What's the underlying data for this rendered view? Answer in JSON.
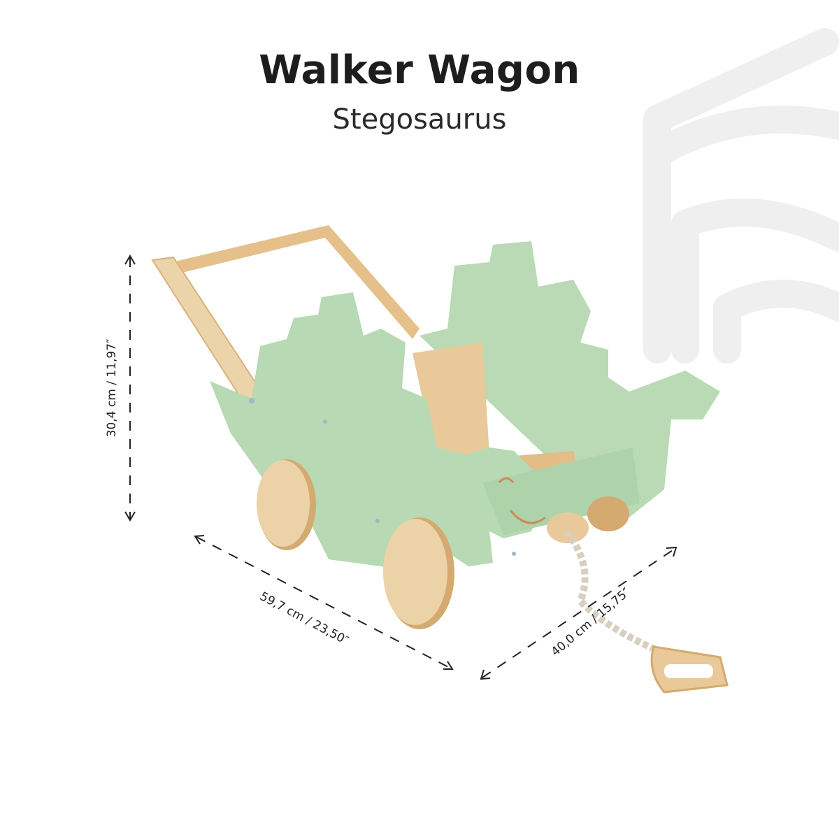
{
  "product": {
    "title": "Walker Wagon",
    "subtitle": "Stegosaurus"
  },
  "dimensions": {
    "height": "30,4 cm / 11,97″",
    "length": "59,7 cm / 23,50″",
    "width": "40,0 cm / 15,75″"
  },
  "colors": {
    "body_green": "#b7d9b3",
    "body_green_dark": "#a9cfa5",
    "wood": "#e9c99a",
    "wood_dark": "#d9b27a",
    "text": "#1d1d1d",
    "watermark": "#f0f0f0"
  },
  "icons": {
    "watermark": "house-outline-icon"
  }
}
